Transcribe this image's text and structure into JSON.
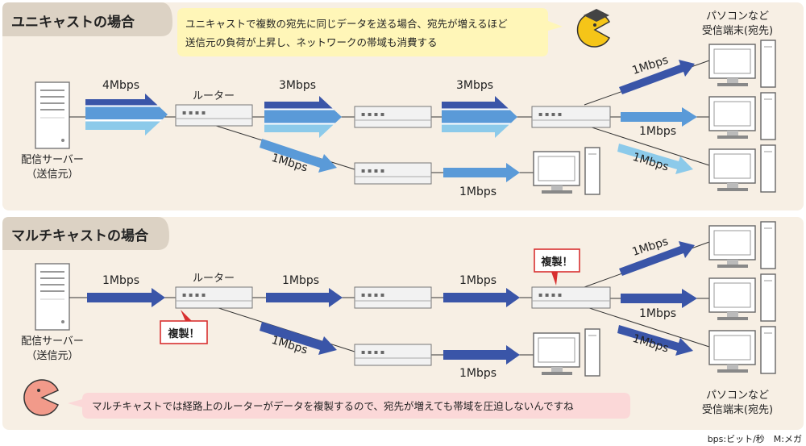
{
  "unicast": {
    "title": "ユニキャストの場合",
    "note_line1": "ユニキャストで複数の宛先に同じデータを送る場合、宛先が増えるほど",
    "note_line2": "送信元の負荷が上昇し、ネットワークの帯域も消費する",
    "server_label_1": "配信サーバー",
    "server_label_2": "（送信元）",
    "router_label": "ルーター",
    "rate_server_router": "4Mbps",
    "rate_r1_r2": "3Mbps",
    "rate_r2_r3": "3Mbps",
    "rate_r1_r4": "1Mbps",
    "rate_r4_pc": "1Mbps",
    "rate_r3_pc1": "1Mbps",
    "rate_r3_pc2": "1Mbps",
    "rate_r3_pc3": "1Mbps",
    "dest_label_1": "パソコンなど",
    "dest_label_2": "受信端末(宛先)"
  },
  "multicast": {
    "title": "マルチキャストの場合",
    "note": "マルチキャストでは経路上のルーターがデータを複製するので、宛先が増えても帯域を圧迫しないんですね",
    "server_label_1": "配信サーバー",
    "server_label_2": "（送信元）",
    "router_label": "ルーター",
    "copy_label_1": "複製！",
    "copy_label_2": "複製！",
    "rate_server_router": "1Mbps",
    "rate_r1_r2": "1Mbps",
    "rate_r2_r3": "1Mbps",
    "rate_r1_r4": "1Mbps",
    "rate_r4_pc": "1Mbps",
    "rate_r3_pc1": "1Mbps",
    "rate_r3_pc2": "1Mbps",
    "rate_r3_pc3": "1Mbps",
    "dest_label_1": "パソコンなど",
    "dest_label_2": "受信端末(宛先)"
  },
  "footnote": "bps:ビット/秒　M:メガ",
  "colors": {
    "panel_bg": "#f7efe4",
    "tab_bg": "#dcd2c4",
    "arrow_dark": "#3a55a8",
    "arrow_mid": "#5a9ad8",
    "arrow_light": "#8ccaea",
    "note_bg": "#fff6b8",
    "pink_note_bg": "#fbd8d8",
    "copy_border": "#d83030"
  },
  "icons": [
    "server-icon",
    "router-icon",
    "pc-icon",
    "pacman-mascot-icon"
  ]
}
